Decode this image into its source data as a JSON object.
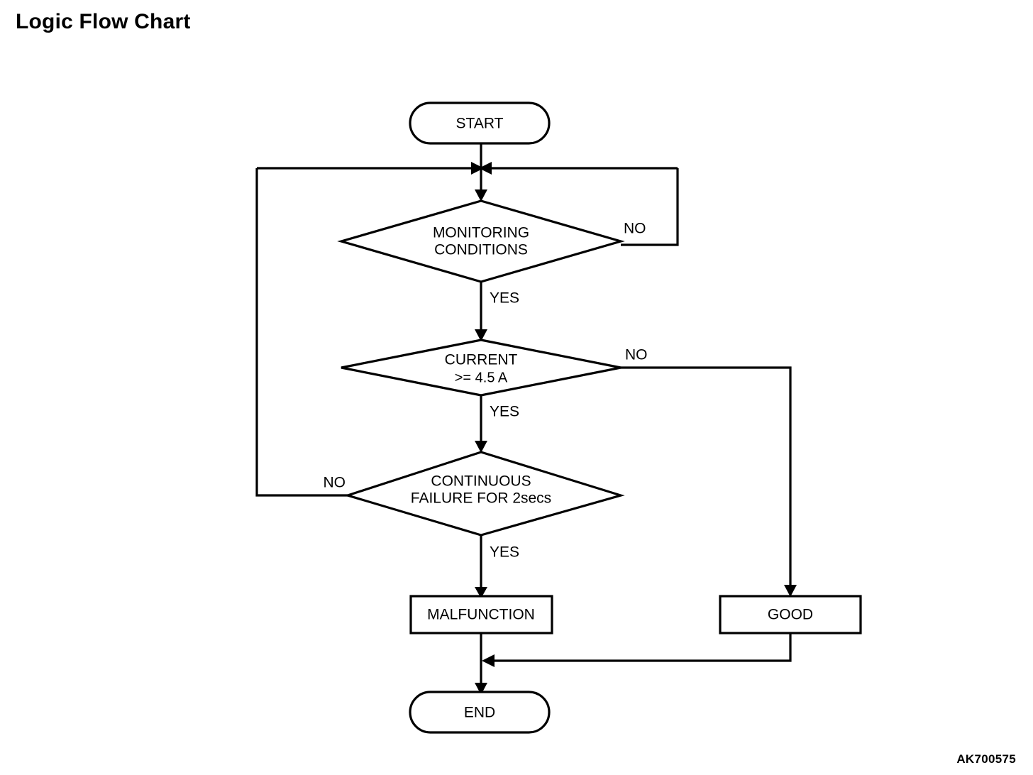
{
  "document": {
    "title": "Logic Flow Chart",
    "sheet_code": "AK700575"
  },
  "chart_data": {
    "type": "diagram",
    "diagram_kind": "flowchart",
    "title": "Logic Flow Chart",
    "orientation": "top-to-bottom",
    "nodes": [
      {
        "id": "start",
        "shape": "terminator",
        "label": "START"
      },
      {
        "id": "monitoring",
        "shape": "decision",
        "label_line1": "MONITORING",
        "label_line2": "CONDITIONS"
      },
      {
        "id": "current",
        "shape": "decision",
        "label_line1": "CURRENT",
        "label_line2": ">= 4.5 A"
      },
      {
        "id": "continuous",
        "shape": "decision",
        "label_line1": "CONTINUOUS",
        "label_line2": "FAILURE FOR 2secs"
      },
      {
        "id": "malfunction",
        "shape": "process",
        "label": "MALFUNCTION"
      },
      {
        "id": "good",
        "shape": "process",
        "label": "GOOD"
      },
      {
        "id": "end",
        "shape": "terminator",
        "label": "END"
      }
    ],
    "edges": [
      {
        "from": "start",
        "to": "monitoring",
        "label": ""
      },
      {
        "from": "monitoring",
        "to": "current",
        "label": "YES"
      },
      {
        "from": "monitoring",
        "to": "monitoring",
        "label": "NO",
        "route": "right-loop-back-to-entry"
      },
      {
        "from": "current",
        "to": "continuous",
        "label": "YES"
      },
      {
        "from": "current",
        "to": "good",
        "label": "NO",
        "route": "right-down"
      },
      {
        "from": "continuous",
        "to": "malfunction",
        "label": "YES"
      },
      {
        "from": "continuous",
        "to": "monitoring",
        "label": "NO",
        "route": "left-up-back-to-entry"
      },
      {
        "from": "malfunction",
        "to": "end",
        "label": ""
      },
      {
        "from": "good",
        "to": "end",
        "label": "",
        "route": "down-left-merge"
      }
    ],
    "edge_labels": {
      "monitoring_no": "NO",
      "monitoring_yes": "YES",
      "current_no": "NO",
      "current_yes": "YES",
      "continuous_no": "NO",
      "continuous_yes": "YES"
    }
  },
  "colors": {
    "background": "#ffffff",
    "stroke": "#000000",
    "text": "#000000"
  }
}
